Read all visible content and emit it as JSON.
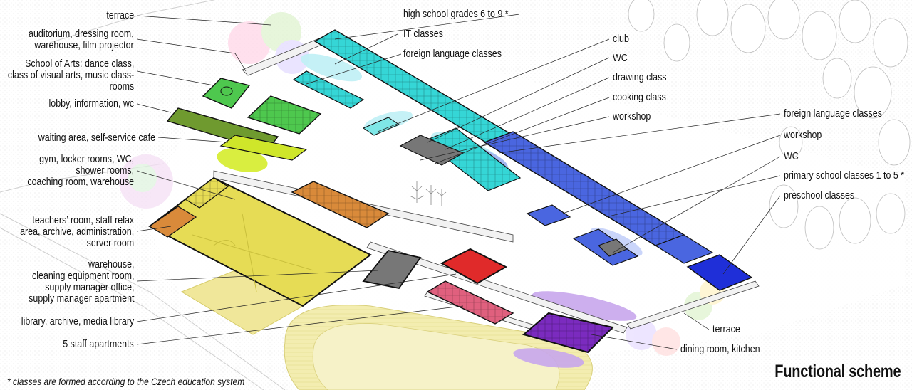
{
  "title": "Functional scheme",
  "footnote": "* classes are formed according to the Czech education system",
  "colors": {
    "high_school": "#35d6d6",
    "high_school_light": "#7fe7e7",
    "primary_school": "#4a66e0",
    "preschool": "#1f2fd8",
    "school_of_arts": "#4ec84e",
    "lobby": "#6f9a2f",
    "waiting_area": "#cfe62a",
    "gym": "#e6dc55",
    "gym_light": "#efe7a0",
    "teachers_room": "#d98a3a",
    "warehouse": "#777777",
    "library": "#e02a2a",
    "staff_apartments": "#e0607e",
    "dining": "#7b2bbf",
    "dining_light": "#b98be0",
    "track": "#f2ecab"
  },
  "labels_left": [
    {
      "id": "terrace-top",
      "text": "terrace"
    },
    {
      "id": "auditorium",
      "text": "auditorium, dressing room,\nwarehouse, film projector"
    },
    {
      "id": "school-of-arts",
      "text": "School of Arts: dance class,\nclass of visual arts, music class-\nrooms"
    },
    {
      "id": "lobby",
      "text": "lobby, information, wc"
    },
    {
      "id": "waiting-area",
      "text": "waiting area, self-service cafe"
    },
    {
      "id": "gym",
      "text": "gym, locker rooms, WC,\nshower rooms,\ncoaching room, warehouse"
    },
    {
      "id": "teachers-room",
      "text": "teachers’ room, staff relax\narea, archive, administration,\nserver room"
    },
    {
      "id": "warehouse",
      "text": "warehouse,\ncleaning equipment room,\nsupply manager office,\nsupply manager apartment"
    },
    {
      "id": "library",
      "text": "library, archive, media library"
    },
    {
      "id": "staff-apartments",
      "text": "5 staff apartments"
    }
  ],
  "labels_top": [
    {
      "id": "high-school",
      "text": "high school grades 6 to 9 *"
    },
    {
      "id": "it-classes",
      "text": "IT classes"
    },
    {
      "id": "foreign-language-top",
      "text": "foreign language classes"
    }
  ],
  "labels_middle": [
    {
      "id": "club",
      "text": "club"
    },
    {
      "id": "wc-mid",
      "text": "WC"
    },
    {
      "id": "drawing-class",
      "text": "drawing class"
    },
    {
      "id": "cooking-class",
      "text": "cooking class"
    },
    {
      "id": "workshop-mid",
      "text": "workshop"
    }
  ],
  "labels_right": [
    {
      "id": "foreign-language-right",
      "text": "foreign language classes"
    },
    {
      "id": "workshop-right",
      "text": "workshop"
    },
    {
      "id": "wc-right",
      "text": "WC"
    },
    {
      "id": "primary-school",
      "text": "primary school classes 1 to 5 *"
    },
    {
      "id": "preschool",
      "text": "preschool classes"
    }
  ],
  "labels_bottom": [
    {
      "id": "terrace-bottom",
      "text": "terrace"
    },
    {
      "id": "dining",
      "text": "dining room, kitchen"
    }
  ]
}
